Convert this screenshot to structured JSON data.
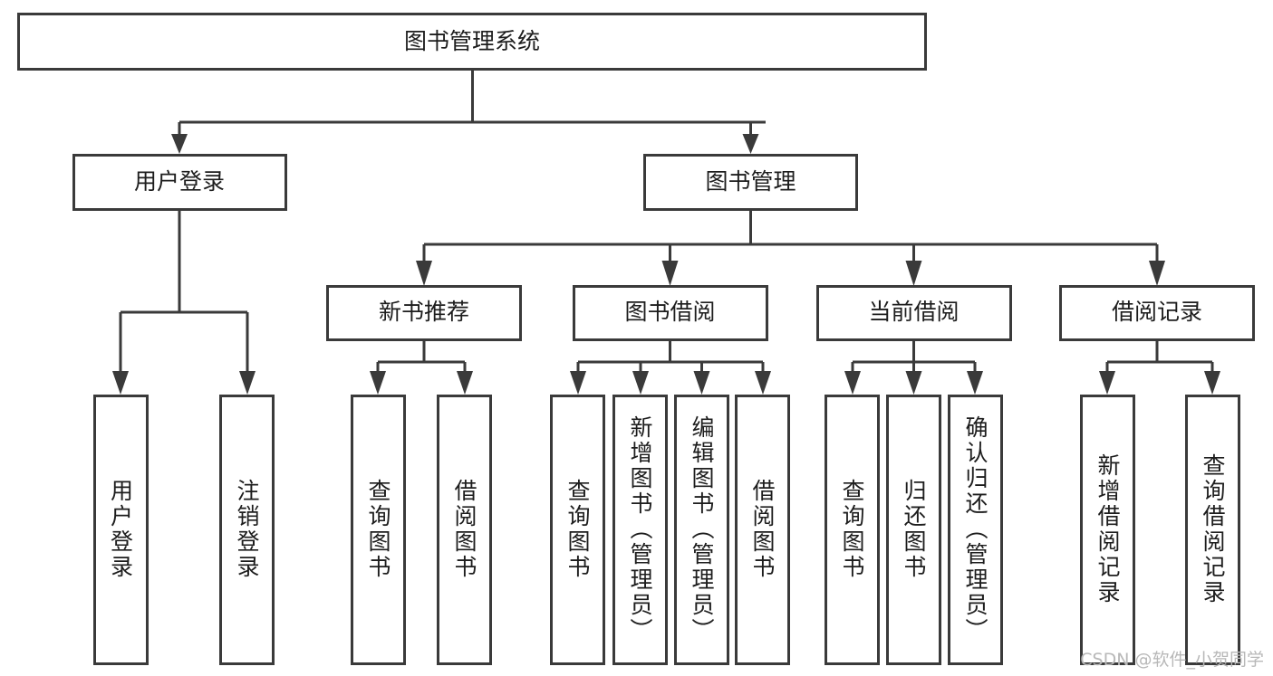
{
  "diagram": {
    "type": "tree-hierarchy-chart",
    "title": "图书管理系统",
    "watermark": "CSDN @软件_小贺同学",
    "colors": {
      "stroke": "#3a3a3a",
      "box_fill": "#ffffff",
      "text": "#1d1d1d",
      "background": "#ffffff",
      "watermark": "#b8b8b8"
    },
    "root": {
      "label": "图书管理系统",
      "level": 0
    },
    "level1": [
      {
        "label": "用户登录"
      },
      {
        "label": "图书管理"
      }
    ],
    "level2": [
      {
        "label": "新书推荐"
      },
      {
        "label": "图书借阅"
      },
      {
        "label": "当前借阅"
      },
      {
        "label": "借阅记录"
      }
    ],
    "leaves": {
      "user_login": [
        {
          "label": "用户登录"
        },
        {
          "label": "注销登录"
        }
      ],
      "new_book_recommend": [
        {
          "label": "查询图书"
        },
        {
          "label": "借阅图书"
        }
      ],
      "book_borrow": [
        {
          "label": "查询图书"
        },
        {
          "label": "新增图书（管理员）"
        },
        {
          "label": "编辑图书（管理员）"
        },
        {
          "label": "借阅图书"
        }
      ],
      "current_borrow": [
        {
          "label": "查询图书"
        },
        {
          "label": "归还图书"
        },
        {
          "label": "确认归还（管理员）"
        }
      ],
      "borrow_record": [
        {
          "label": "新增借阅记录"
        },
        {
          "label": "查询借阅记录"
        }
      ]
    }
  }
}
